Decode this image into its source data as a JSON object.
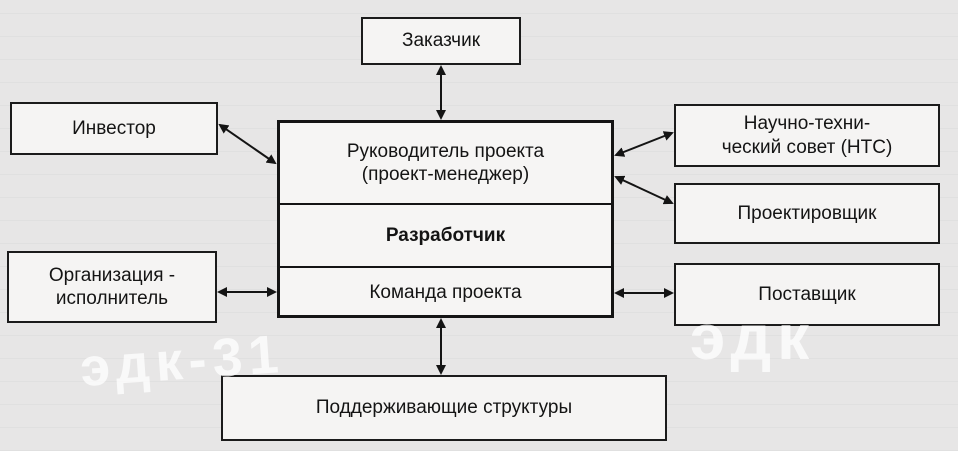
{
  "nodes": {
    "client": "Заказчик",
    "investor": "Инвестор",
    "manager": "Руководитель проекта\n(проект-менеджер)",
    "developer": "Разработчик",
    "team": "Команда проекта",
    "ntc": "Научно-техни-\nческий совет (НТС)",
    "designer": "Проектировщик",
    "contractor": "Организация -\nисполнитель",
    "supplier": "Поставщик",
    "support": "Поддерживающие структуры"
  },
  "watermarks": {
    "left": "эдк-31",
    "right": "эдк"
  }
}
